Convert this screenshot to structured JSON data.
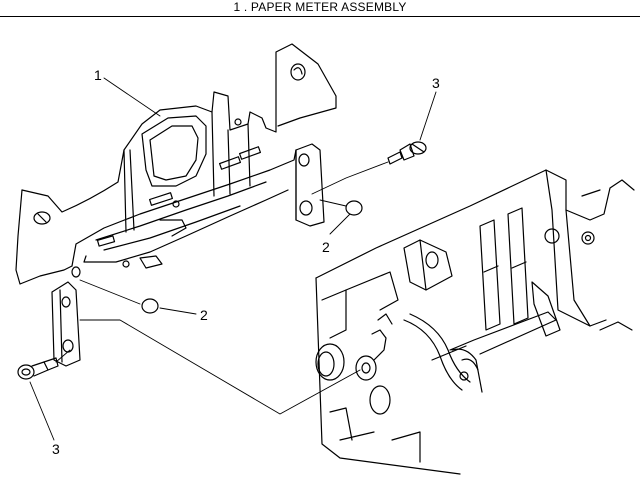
{
  "page": {
    "title": "1 . PAPER METER ASSEMBLY"
  },
  "diagram": {
    "callouts": [
      {
        "id": "c1",
        "label": "1"
      },
      {
        "id": "c2a",
        "label": "2"
      },
      {
        "id": "c2b",
        "label": "2"
      },
      {
        "id": "c3a",
        "label": "3"
      },
      {
        "id": "c3b",
        "label": "3"
      }
    ]
  }
}
